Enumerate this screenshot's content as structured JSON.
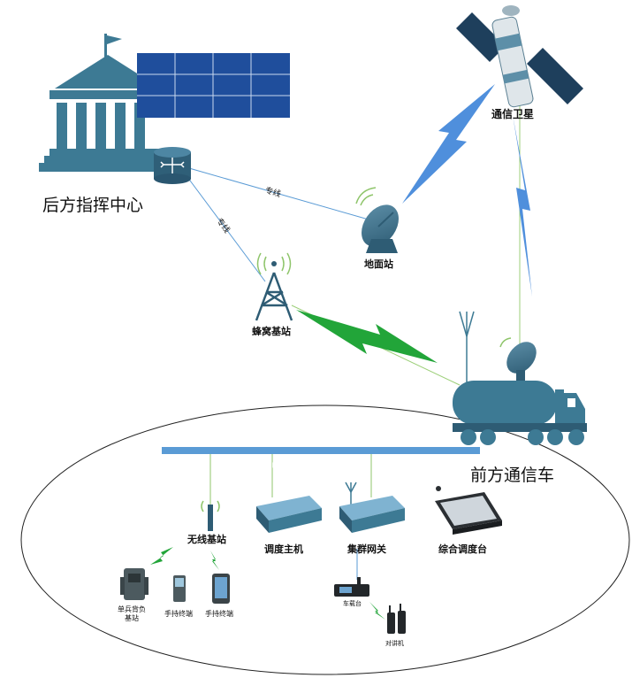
{
  "labels": {
    "command_center": "后方指挥中心",
    "satellite": "通信卫星",
    "ground_station": "地面站",
    "cell_tower": "蜂窝基站",
    "vehicle": "前方通信车",
    "wireless_base": "无线基站",
    "dispatch_host": "调度主机",
    "trunk_gateway": "集群网关",
    "console": "综合调度台",
    "backpack_station": "单兵背负基站",
    "handset_1": "手持终端",
    "handset_2": "手持终端",
    "vehicle_radio": "车载台",
    "walkie_talkie": "对讲机",
    "link_1": "专线",
    "link_2": "专线"
  },
  "colors": {
    "icon_blue": "#3d7a94",
    "panel_blue": "#1f4e9c",
    "link_blue": "#5a9bd5",
    "wireless_green": "#22a539",
    "lightning_blue": "#4f8fdc"
  }
}
